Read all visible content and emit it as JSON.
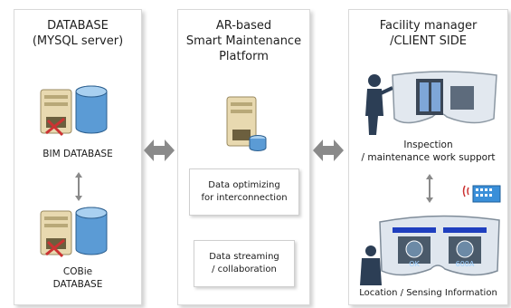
{
  "database": {
    "title_line1": "DATABASE",
    "title_line2": "(MYSQL server)",
    "bim_label": "BIM DATABASE",
    "cobie_line1": "COBie",
    "cobie_line2": "DATABASE"
  },
  "platform": {
    "title_line1": "AR-based",
    "title_line2": "Smart Maintenance",
    "title_line3": "Platform",
    "box1_line1": "Data optimizing",
    "box1_line2": "for interconnection",
    "box2_line1": "Data streaming",
    "box2_line2": "/ collaboration"
  },
  "client": {
    "title_line1": "Facility manager",
    "title_line2": "/CLIENT SIDE",
    "inspection_line1": "Inspection",
    "inspection_line2": "/ maintenance work support",
    "location_label": "Location / Sensing Information",
    "gauge1_text": "OK",
    "gauge2_text": "600A"
  },
  "colors": {
    "arrow_gray": "#8a8a8a",
    "cylinder_blue": "#5b9bd5",
    "server_beige": "#e8d9b0",
    "blue_bar": "#1f3fbf"
  }
}
